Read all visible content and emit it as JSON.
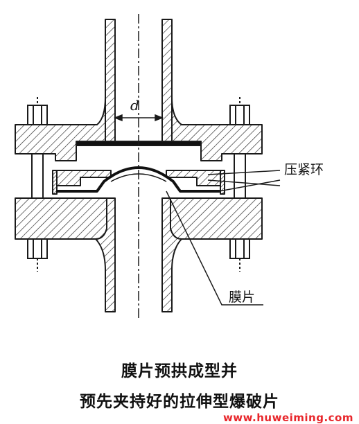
{
  "dimension_label": "d",
  "callouts": {
    "compression_ring": "压紧环",
    "rupture_disc": "膜片"
  },
  "caption": {
    "line1": "膜片预拱成型并",
    "line2": "预先夹持好的拉伸型爆破片"
  },
  "watermark": "www.huweiming.com"
}
